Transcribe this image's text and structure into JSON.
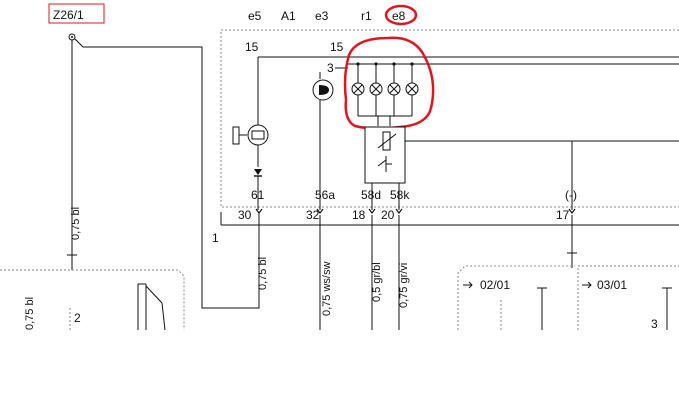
{
  "component_tag": "Z26/1",
  "top_labels": [
    "e5",
    "A1",
    "e3",
    "r1",
    "e8"
  ],
  "terminals": {
    "t15_left": "15",
    "t15_right": "15",
    "t3": "3",
    "t61": "61",
    "t56a": "56a",
    "t58d": "58d",
    "t58k": "58k",
    "ground": "(-)",
    "label_1": "1"
  },
  "pins": [
    "30",
    "32",
    "18",
    "20",
    "17"
  ],
  "wires": {
    "z26_wire": "0,75 bl",
    "w30": "0,75 bl",
    "w32": "0,75 ws/sw",
    "w18": "0,5 gr/bl",
    "w20": "0,75 gr/vi",
    "left_edge": "0,75 bl"
  },
  "modules": {
    "left_box_num": "2",
    "box_02": "02/01",
    "box_03": "03/01",
    "box_03_num": "3"
  },
  "colors": {
    "line": "#111111",
    "dashed_border": "#8a8a8a",
    "highlight": "#e0161c",
    "tag_border": "#d81c22"
  }
}
